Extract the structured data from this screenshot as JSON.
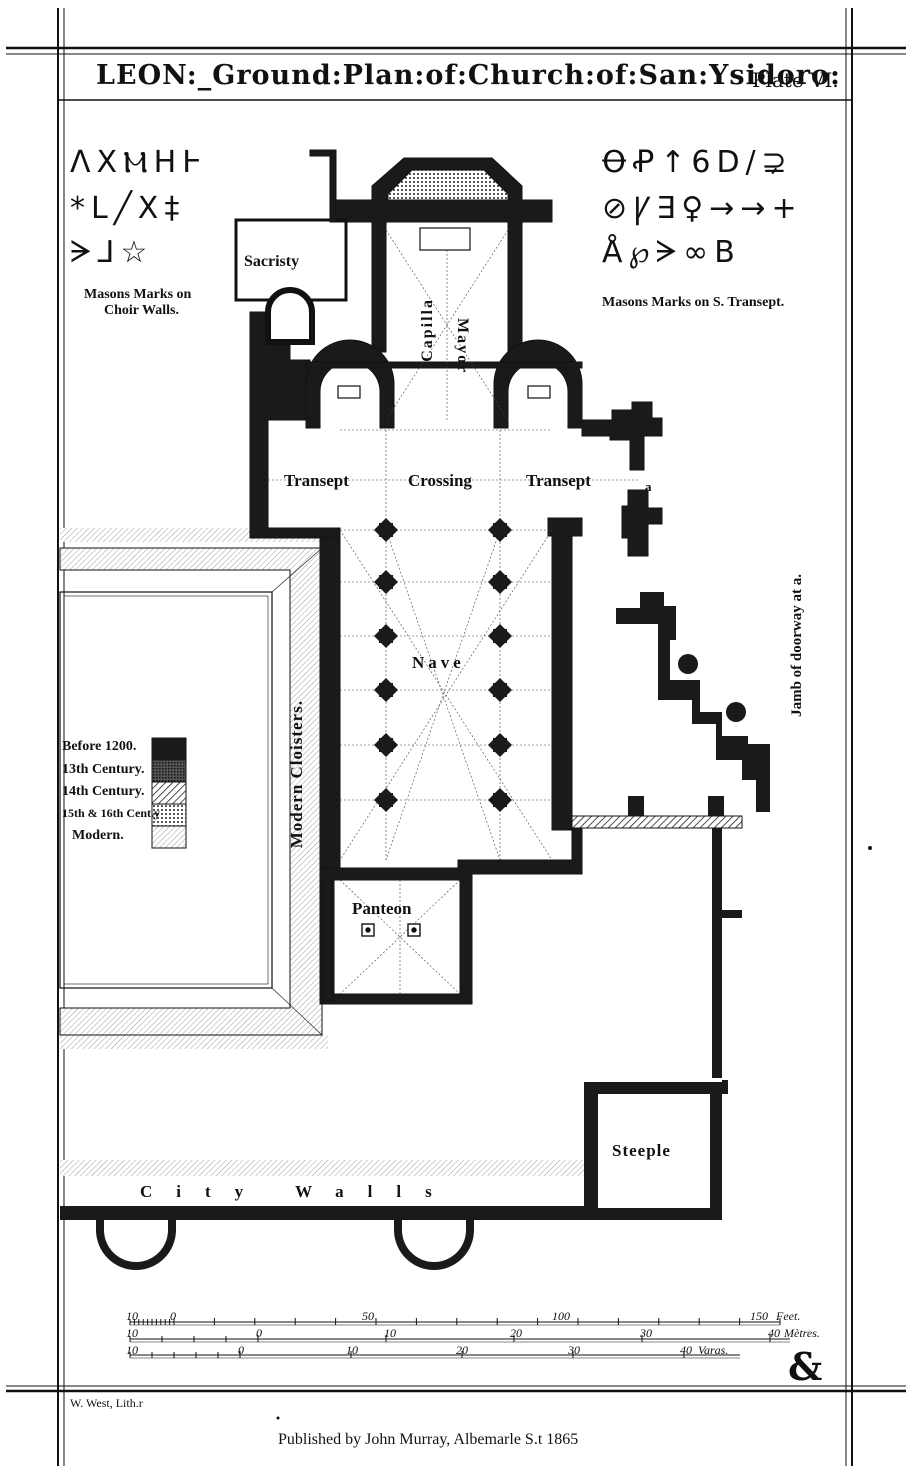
{
  "header": {
    "title": "LEON:_Ground:Plan:of:Church:of:San:Ysidoro:",
    "plate": "Plate VI."
  },
  "plan_labels": {
    "sacristy": "Sacristy",
    "capilla": "Capilla",
    "mayor": "Mayor",
    "transept_left": "Transept",
    "crossing": "Crossing",
    "transept_right": "Transept",
    "doorway_mark": "a",
    "nave": "Nave",
    "modern_cloisters": "Modern Cloisters.",
    "jamb": "Jamb of doorway at a.",
    "panteon": "Panteon",
    "steeple": "Steeple",
    "city_walls": "City Walls"
  },
  "masons_marks": {
    "choir_caption_1": "Masons Marks on",
    "choir_caption_2": "Choir Walls.",
    "choir_row1": "ΛXⲘHⱵ",
    "choir_row2": "*L╱X‡",
    "choir_row3": "ᗒ⅃☆",
    "transept_caption": "Masons Marks on S. Transept.",
    "transept_row1": "ꝊꝒ↑6D/⊋",
    "transept_row2": "⊘Ꝩ∃♀→→+",
    "transept_row3": "Å℘ᗒ∞B"
  },
  "legend": {
    "items": [
      {
        "label": "Before 1200.",
        "pattern": "solid"
      },
      {
        "label": "13th Century.",
        "pattern": "dense"
      },
      {
        "label": "14th Century.",
        "pattern": "hatch"
      },
      {
        "label": "15th & 16th Cent.y",
        "pattern": "dots"
      },
      {
        "label": "Modern.",
        "pattern": "light"
      }
    ]
  },
  "scale": {
    "feet_ticks": [
      "10",
      "0",
      "50",
      "100",
      "150"
    ],
    "feet_unit": "Feet.",
    "metres_ticks": [
      "10",
      "0",
      "10",
      "20",
      "30",
      "40"
    ],
    "metres_unit": "Mètres.",
    "varas_ticks": [
      "10",
      "0",
      "10",
      "20",
      "30",
      "40"
    ],
    "varas_unit": "Varas."
  },
  "footer": {
    "lithographer": "W. West, Lith.r",
    "publisher": "Published by John Murray, Albemarle S.t 1865",
    "monogram": "&"
  },
  "colors": {
    "ink": "#111111",
    "paper": "#ffffff"
  }
}
